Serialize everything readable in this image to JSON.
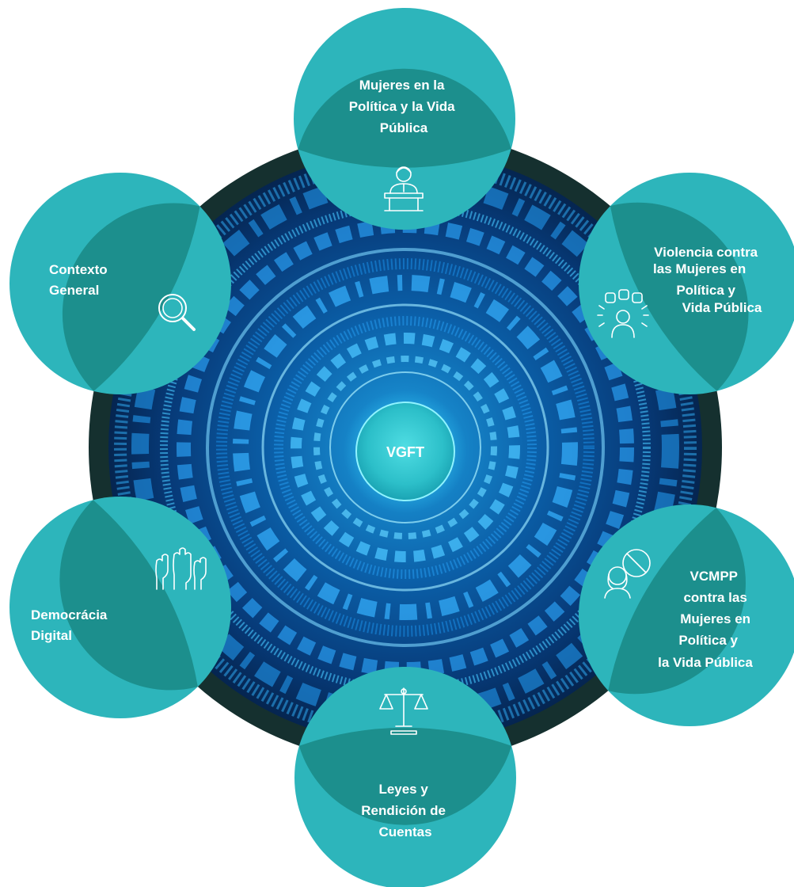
{
  "center": {
    "label": "VGFT"
  },
  "colors": {
    "node": "#2db5bb",
    "node_overlap": "#1c8f8d",
    "dark_ring": "#15302f",
    "hub_deep": "#062a56",
    "hub_glow": "#2fd6ff",
    "center_core": "#34c9d2"
  },
  "nodes": [
    {
      "id": "mujeres-politica",
      "lines": [
        "Mujeres en la",
        "Política y la Vida",
        "Pública"
      ],
      "icon": "podium-speaker-icon"
    },
    {
      "id": "violencia",
      "lines": [
        "Violencia contra",
        "las Mujeres en",
        "Política y",
        "Vida Pública"
      ],
      "icon": "violence-fists-icon"
    },
    {
      "id": "vcmpp",
      "lines": [
        "VCMPP",
        "contra las",
        "Mujeres en",
        "Política y",
        "la Vida Pública"
      ],
      "icon": "woman-prohibited-icon"
    },
    {
      "id": "leyes",
      "lines": [
        "Leyes y",
        "Rendición de",
        "Cuentas"
      ],
      "icon": "scales-of-justice-icon"
    },
    {
      "id": "democracia",
      "lines": [
        "Democrácia",
        "Digital"
      ],
      "icon": "raised-hands-icon"
    },
    {
      "id": "contexto",
      "lines": [
        "Contexto",
        "General"
      ],
      "icon": "magnifier-icon"
    }
  ]
}
